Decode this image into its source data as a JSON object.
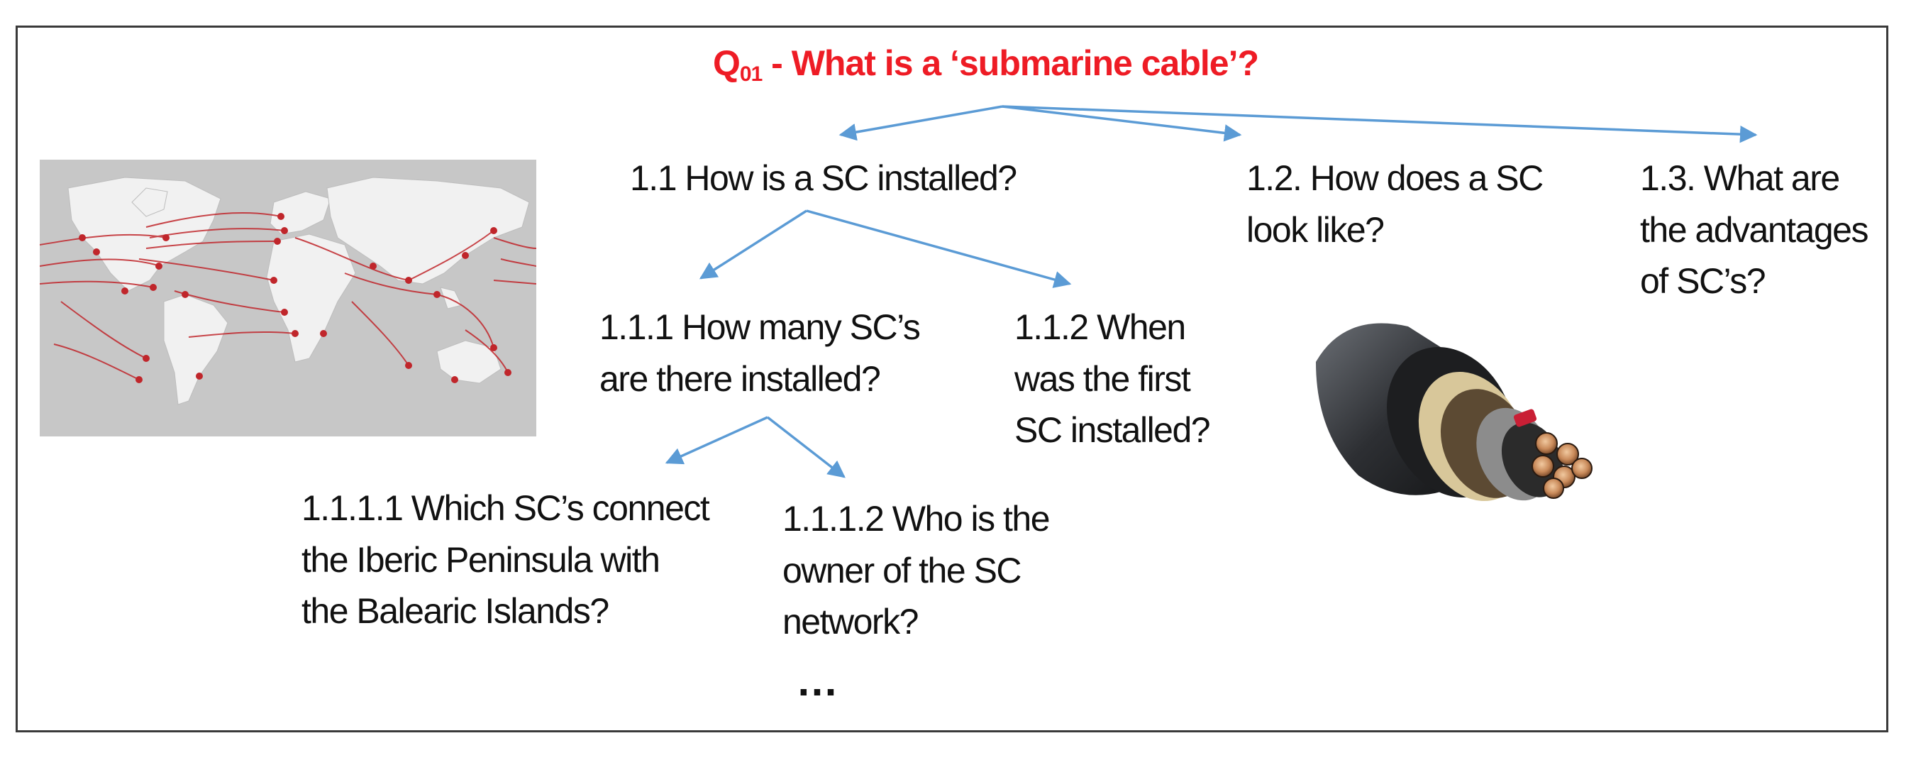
{
  "title": {
    "prefix": "Q",
    "subscript": "01",
    "text": " - What is a ‘submarine cable’?"
  },
  "nodes": {
    "n1_1": [
      "1.1 How is a SC installed?"
    ],
    "n1_2": [
      "1.2. How does a SC",
      "look like?"
    ],
    "n1_3": [
      "1.3. What are",
      "the advantages",
      "of SC’s?"
    ],
    "n1_1_1": [
      "1.1.1 How many SC’s",
      "are there installed?"
    ],
    "n1_1_2": [
      "1.1.2 When",
      "was the first",
      "SC  installed?"
    ],
    "n1_1_1_1": [
      "1.1.1.1 Which SC’s connect",
      "the Iberic Peninsula with",
      "the Balearic Islands?"
    ],
    "n1_1_1_2": [
      "1.1.1.2 Who is the",
      "owner of the SC",
      "network?"
    ]
  },
  "ellipsis": "…",
  "colors": {
    "title": "#ee1c25",
    "arrow": "#5b9bd5",
    "cable_route": "#c0262b",
    "map_land": "#f1f1f1",
    "map_sea": "#c7c7c7"
  },
  "images": {
    "map": "world-submarine-cable-map",
    "cable": "submarine-cable-cross-section"
  }
}
